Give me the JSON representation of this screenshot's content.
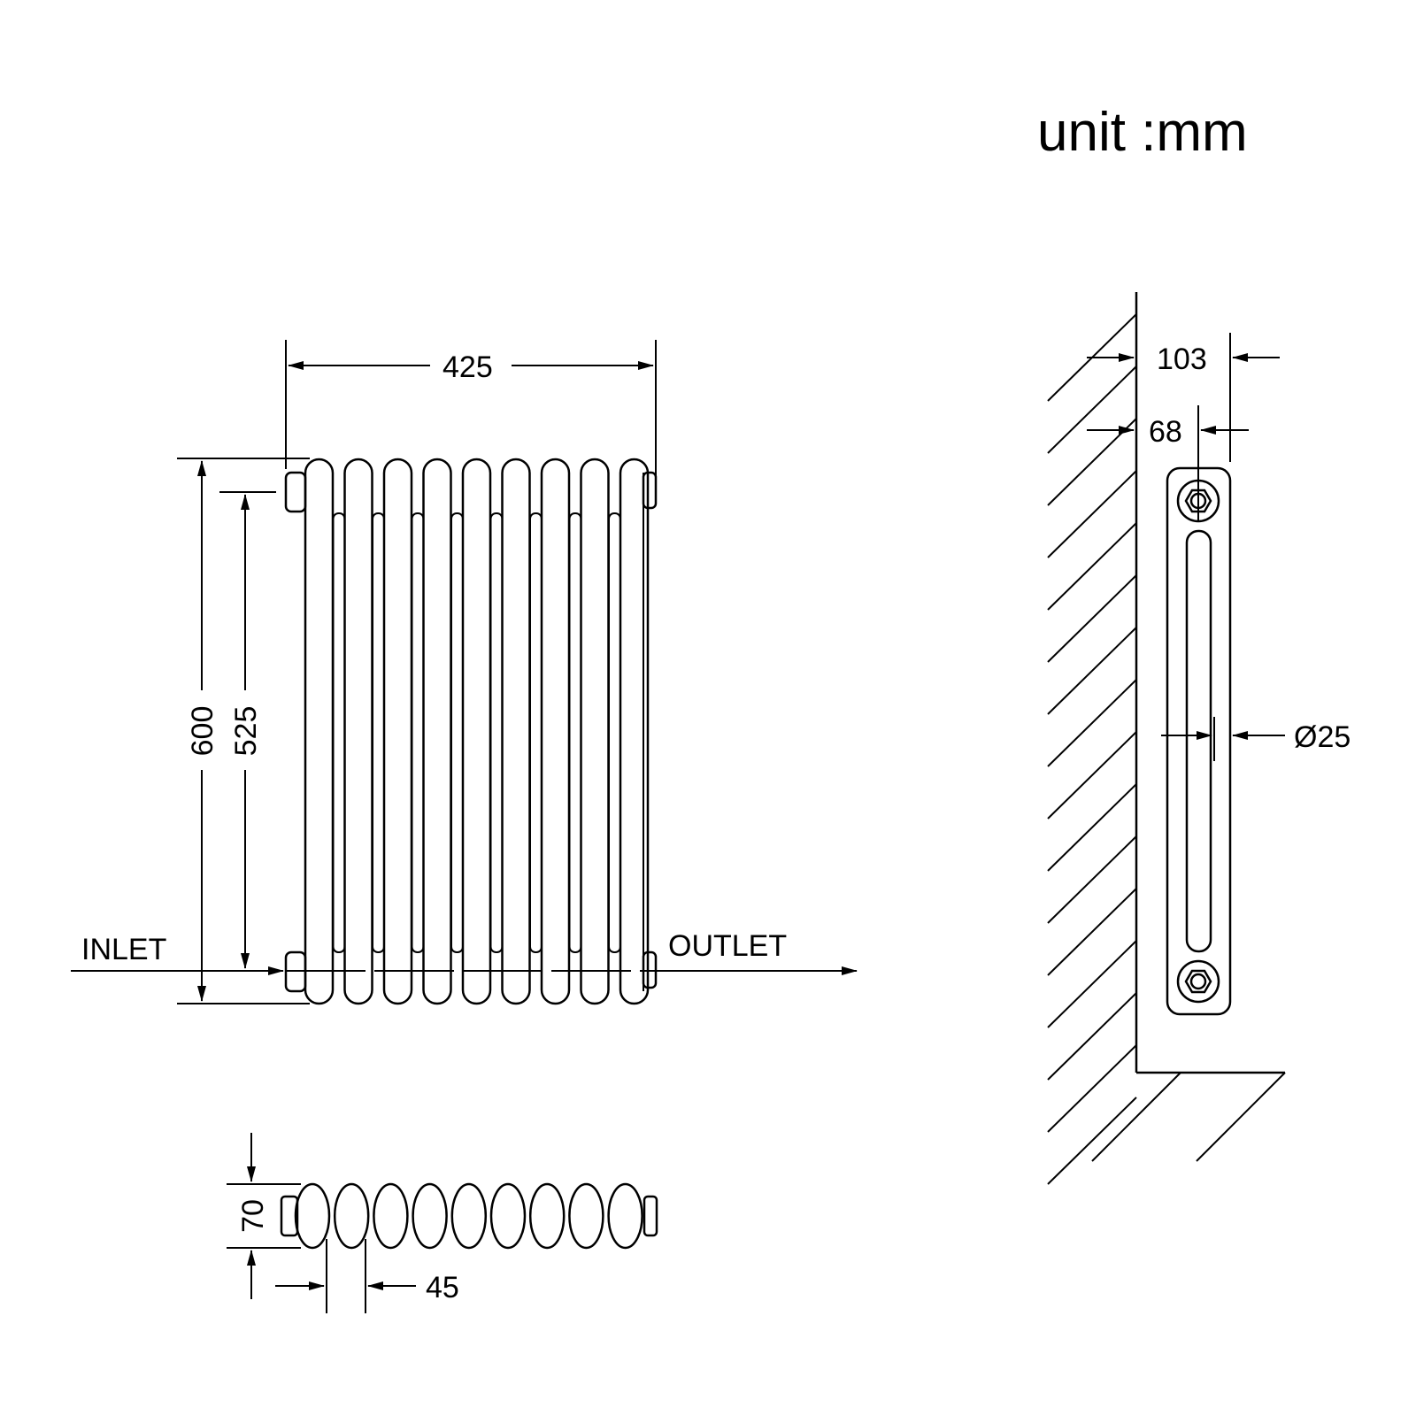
{
  "unit_label": "unit :mm",
  "front_view": {
    "width_label": "425",
    "height_label": "600",
    "pipe_centres_label": "525",
    "inlet_label": "INLET",
    "outlet_label": "OUTLET",
    "column_count": 9
  },
  "top_view": {
    "depth_label": "70",
    "section_pitch_label": "45"
  },
  "side_view": {
    "wall_clearance_label": "103",
    "pipe_offset_label": "68",
    "tube_diameter_label": "Ø25"
  }
}
